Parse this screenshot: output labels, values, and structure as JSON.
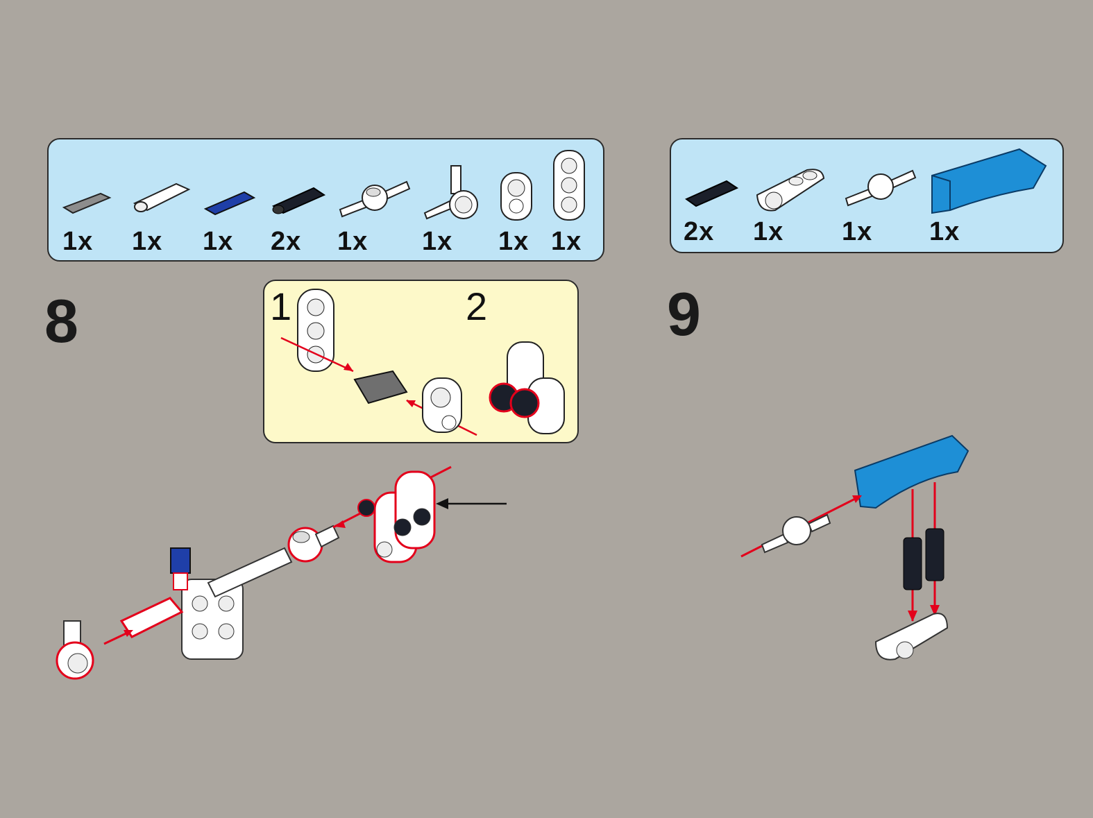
{
  "steps": [
    {
      "number": "8",
      "parts": [
        {
          "icon": "gray-axle-connector",
          "count": "1x"
        },
        {
          "icon": "white-axle-joiner",
          "count": "1x"
        },
        {
          "icon": "blue-axle-pin",
          "count": "1x"
        },
        {
          "icon": "black-friction-pin",
          "count": "2x"
        },
        {
          "icon": "white-axle-ball-connector",
          "count": "1x"
        },
        {
          "icon": "white-perpendicular-axle-connector",
          "count": "1x"
        },
        {
          "icon": "white-pin-connector",
          "count": "1x"
        },
        {
          "icon": "white-double-connector",
          "count": "1x"
        }
      ],
      "subassembly": {
        "sub_steps": [
          "1",
          "2"
        ]
      }
    },
    {
      "number": "9",
      "parts": [
        {
          "icon": "black-friction-pin",
          "count": "2x"
        },
        {
          "icon": "white-cross-block",
          "count": "1x"
        },
        {
          "icon": "white-axle-ball-connector",
          "count": "1x"
        },
        {
          "icon": "blue-panel-fairing",
          "count": "1x"
        }
      ]
    }
  ],
  "colors": {
    "background": "#aba69f",
    "parts_panel": "#bfe4f6",
    "subassembly_panel": "#fdf9c9",
    "arrow": "#e3001b",
    "blue_part": "#1e8fd6"
  }
}
